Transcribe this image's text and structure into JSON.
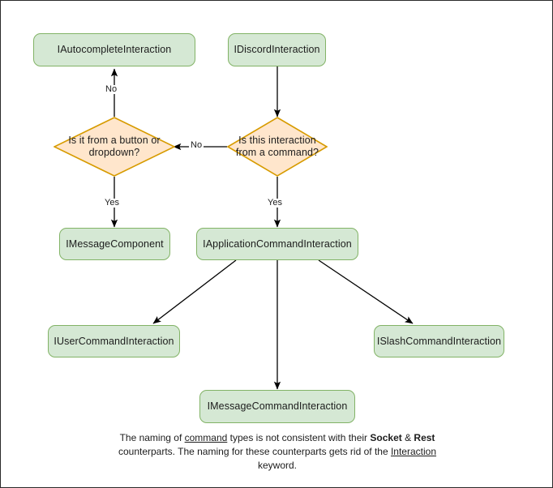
{
  "diagram": {
    "title": "Discord Interaction Type Hierarchy Flowchart",
    "colors": {
      "process_fill": "#d5e8d4",
      "process_stroke": "#82b366",
      "decision_fill": "#ffe6cc",
      "decision_stroke": "#d79b00",
      "edge_stroke": "#000000",
      "frame_border": "#2b2b2b",
      "text": "#1c1c1c",
      "background": "#ffffff"
    },
    "nodes": [
      {
        "id": "autocomplete",
        "label": "IAutocompleteInteraction",
        "shape": "process"
      },
      {
        "id": "discord",
        "label": "IDiscordInteraction",
        "shape": "process"
      },
      {
        "id": "button_dropdown",
        "label": "Is it from a button or dropdown?",
        "shape": "decision"
      },
      {
        "id": "from_command",
        "label": "Is this interaction from a command?",
        "shape": "decision"
      },
      {
        "id": "message_component",
        "label": "IMessageComponent",
        "shape": "process"
      },
      {
        "id": "app_command",
        "label": "IApplicationCommandInteraction",
        "shape": "process"
      },
      {
        "id": "user_command",
        "label": "IUserCommandInteraction",
        "shape": "process"
      },
      {
        "id": "slash_command",
        "label": "ISlashCommandInteraction",
        "shape": "process"
      },
      {
        "id": "message_command",
        "label": "IMessageCommandInteraction",
        "shape": "process"
      }
    ],
    "edges": [
      {
        "from": "discord",
        "to": "from_command",
        "label": ""
      },
      {
        "from": "from_command",
        "to": "button_dropdown",
        "label": "No"
      },
      {
        "from": "button_dropdown",
        "to": "autocomplete",
        "label": "No"
      },
      {
        "from": "button_dropdown",
        "to": "message_component",
        "label": "Yes"
      },
      {
        "from": "from_command",
        "to": "app_command",
        "label": "Yes"
      },
      {
        "from": "app_command",
        "to": "user_command",
        "label": ""
      },
      {
        "from": "app_command",
        "to": "message_command",
        "label": ""
      },
      {
        "from": "app_command",
        "to": "slash_command",
        "label": ""
      }
    ],
    "edge_labels": {
      "no_to_autocomplete": "No",
      "no_to_button_dropdown": "No",
      "yes_to_message_component": "Yes",
      "yes_to_app_command": "Yes"
    },
    "caption": {
      "line1_a": "The naming of ",
      "line1_b": "command",
      "line1_c": " types is not consistent with their",
      "line2_a": "Socket",
      "line2_b": " & ",
      "line2_c": "Rest",
      "line2_d": " counterparts. The naming for these",
      "line3_a": "counterparts gets rid of the ",
      "line3_b": "Interaction",
      "line3_c": " keyword."
    }
  }
}
